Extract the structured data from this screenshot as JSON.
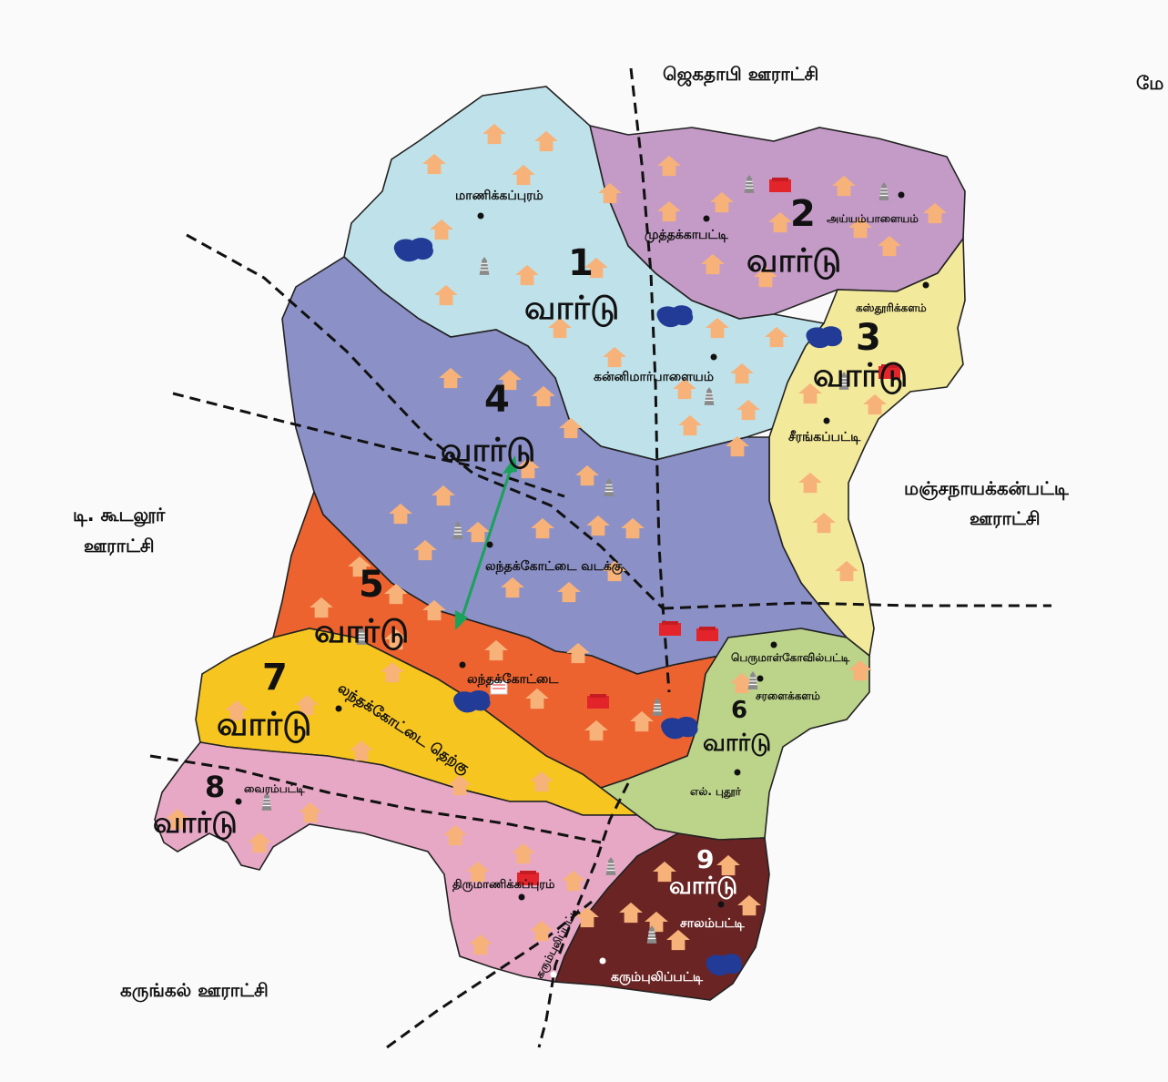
{
  "neighbors": {
    "north": "ஜெகதாபி ஊராட்சி",
    "northeast_partial": "மே",
    "west_line1": "டி. கூடலூர்",
    "west_line2": "ஊராட்சி",
    "east_line1": "மஞ்சநாயக்கன்பட்டி",
    "east_line2": "ஊராட்சி",
    "southwest": "கருங்கல் ஊராட்சி"
  },
  "ward_word": "வார்டு",
  "wards": [
    {
      "number": "1",
      "color": "#bfe2ea"
    },
    {
      "number": "2",
      "color": "#c39bc6"
    },
    {
      "number": "3",
      "color": "#f3e99a"
    },
    {
      "number": "4",
      "color": "#8b90c6"
    },
    {
      "number": "5",
      "color": "#ec6330"
    },
    {
      "number": "6",
      "color": "#bcd38a"
    },
    {
      "number": "7",
      "color": "#f6c520"
    },
    {
      "number": "8",
      "color": "#e7a8c5"
    },
    {
      "number": "9",
      "color": "#6b2424"
    }
  ],
  "villages": {
    "manikkappuram": "மாணிக்கப்புரம்",
    "muthakkapatti": "முத்தக்காபட்டி",
    "ayyampalayam": "அய்யம்பாளையம்",
    "kasthurikkalam": "கஸ்தூரிக்களம்",
    "kannimarpalayam": "கன்னிமார்பாளையம்",
    "seerangapatti": "சீரங்கப்பட்டி",
    "lanthakottai_north": "லந்தக்கோட்டை வடக்கு",
    "lanthakottai": "லந்தக்கோட்டை",
    "lanthakottai_south": "லந்தக்கோட்டை தெற்கு",
    "perumalkovilpatti": "பெருமாள்கோவில்பட்டி",
    "saralaikkalam": "சரளைக்களம்",
    "el_puthur": "எல். புதூர்",
    "vairampatti": "வைரம்பட்டி",
    "thirumanikkapuram": "திருமாணிக்கப்புரம்",
    "salampatti": "சாலம்பட்டி",
    "karumpulipatti": "கரும்புலிப்பட்டி",
    "karumpulipatti_rotated": "கரும்புலிப்பட்டி"
  },
  "colors": {
    "house_icon": "#f7b27a",
    "water_body": "#213b96",
    "building": "#e3242b",
    "arrow": "#1aa15a",
    "boundary": "#111111"
  }
}
